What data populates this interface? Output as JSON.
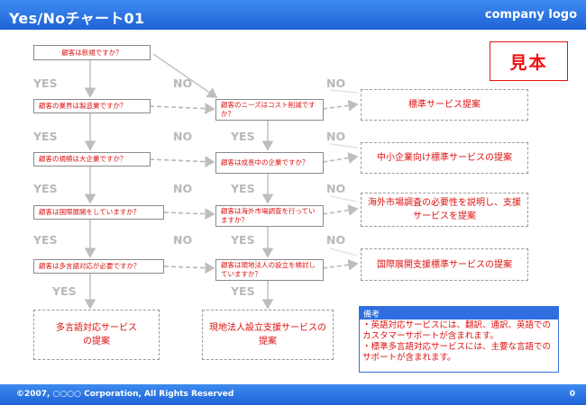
{
  "header": {
    "title": "Yes/Noチャート01",
    "logo": "company logo"
  },
  "stamp": "見本",
  "questions_left": [
    "顧客は新規ですか？",
    "顧客の業界は製造業ですか？",
    "顧客の規模は大企業ですか？",
    "顧客は国際展開をしていますか？",
    "顧客は多言語対応が必要ですか？"
  ],
  "questions_mid": [
    "顧客のニーズはコスト削減ですか？",
    "顧客は成長中の企業ですか？",
    "顧客は海外市場調査を行っていますか？",
    "顧客は現地法人の設立を検討していますか？"
  ],
  "results_right": [
    "標準サービス提案",
    "中小企業向け標準サービスの提案",
    "海外市場調査の必要性を説明し、支援サービスを提案",
    "国際展開支援標準サービスの提案"
  ],
  "results_bottom": [
    "多言語対応サービスの提案",
    "現地法人設立支援サービスの提案"
  ],
  "labels": {
    "yes": "YES",
    "no": "NO"
  },
  "note": {
    "title": "備考",
    "lines": [
      "・英語対応サービスには、翻訳、通訳、英語でのカスタマーサポートが含まれます。",
      "・標準多言語対応サービスには、主要な言語でのサポートが含まれます。"
    ]
  },
  "footer": {
    "copyright": "©2007, ○○○○ Corporation, All Rights Reserved",
    "page": "0"
  }
}
